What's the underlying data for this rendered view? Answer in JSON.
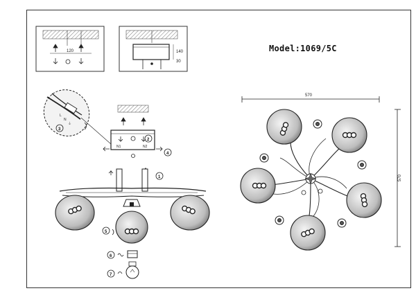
{
  "model": {
    "text": "Model:1069/5C"
  },
  "dimensions": {
    "width": "570",
    "height": "570",
    "mount_spacing": "120",
    "plate_depth": "140",
    "plate_height": "30"
  },
  "steps": [
    "1",
    "2",
    "3",
    "4",
    "5",
    "6",
    "7"
  ],
  "wire_labels": {
    "l": "L",
    "n": "N",
    "g": "⏚"
  },
  "plate_labels": {
    "left": "N1",
    "right": "N2"
  }
}
